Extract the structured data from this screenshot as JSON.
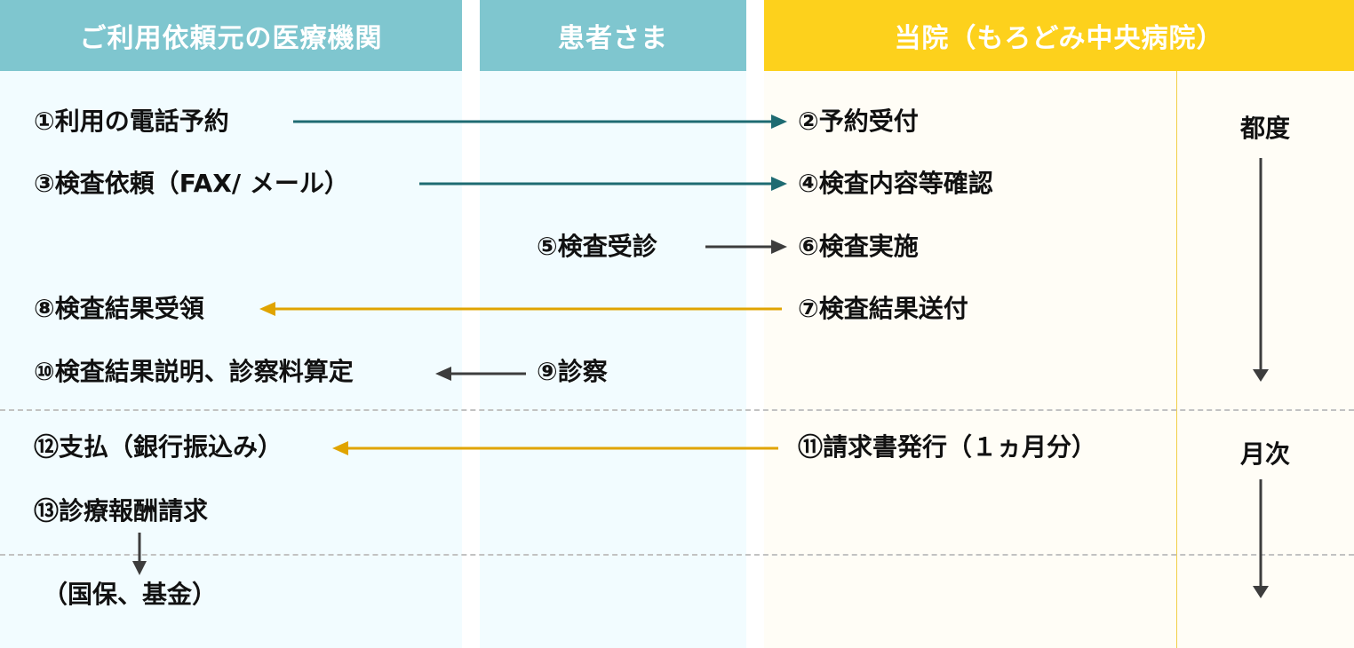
{
  "headers": {
    "clinic": "ご利用依頼元の医療機関",
    "patient": "患者さま",
    "hospital": "当院（もろどみ中央病院）"
  },
  "steps": {
    "s1": "①利用の電話予約",
    "s2": "②予約受付",
    "s3": "③検査依頼（FAX/ メール）",
    "s4": "④検査内容等確認",
    "s5": "⑤検査受診",
    "s6": "⑥検査実施",
    "s7": "⑦検査結果送付",
    "s8": "⑧検査結果受領",
    "s9": "⑨診察",
    "s10": "⑩検査結果説明、診察料算定",
    "s11": "⑪請求書発行（１ヵ月分）",
    "s12": "⑫支払（銀行振込み）",
    "s13": "⑬診療報酬請求",
    "s13_target": "（国保、基金）"
  },
  "frequency": {
    "each_time": "都度",
    "monthly": "月次"
  },
  "colors": {
    "header_teal": "#7fc6cf",
    "header_yellow": "#fdd11c",
    "arrow_teal": "#1e6b72",
    "arrow_gold": "#e0a400",
    "arrow_dark": "#3d3d3d"
  }
}
